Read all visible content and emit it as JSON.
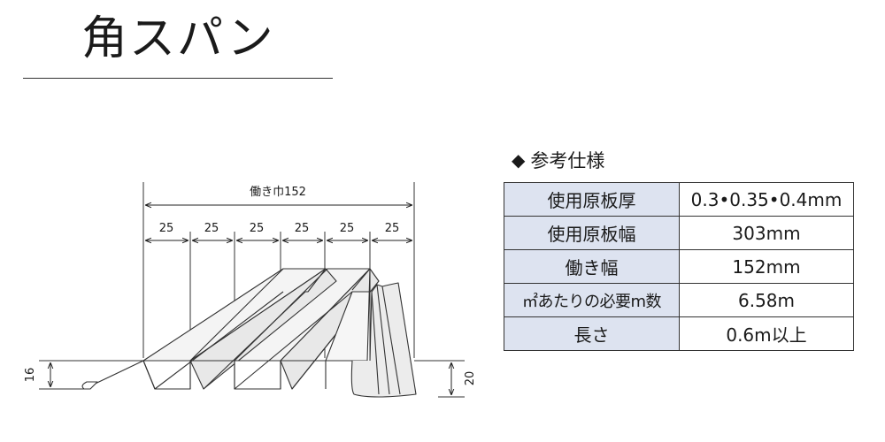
{
  "title": "角スパン",
  "diagram": {
    "working_width_label": "働き巾152",
    "pitch_labels": [
      "25",
      "25",
      "25",
      "25",
      "25",
      "25"
    ],
    "left_height": "16",
    "right_height": "20"
  },
  "spec": {
    "heading_icon": "diamond-icon",
    "heading": "参考仕様",
    "rows": [
      {
        "label": "使用原板厚",
        "value": "0.3•0.35•0.4mm"
      },
      {
        "label": "使用原板幅",
        "value": "303mm"
      },
      {
        "label": "働き幅",
        "value": "152mm"
      },
      {
        "label": "㎡あたりの必要m数",
        "value": "6.58m"
      },
      {
        "label": "長さ",
        "value": "0.6m以上"
      }
    ]
  },
  "colors": {
    "table_label_bg": "#dde3f0",
    "line": "#333333",
    "panel_fill": "#f2f2f2"
  }
}
